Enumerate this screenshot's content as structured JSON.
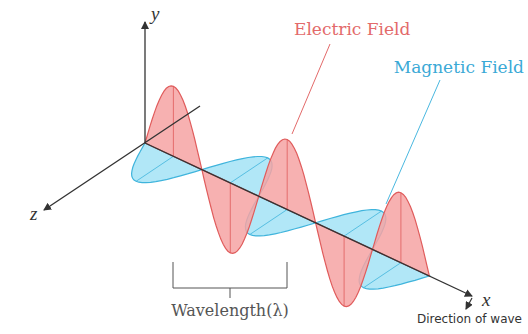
{
  "diagram": {
    "labels": [
      "y",
      "z",
      "x",
      "Electric Field",
      "Magnetic Field",
      "Wavelength(λ)",
      "Direction of wave"
    ]
  }
}
